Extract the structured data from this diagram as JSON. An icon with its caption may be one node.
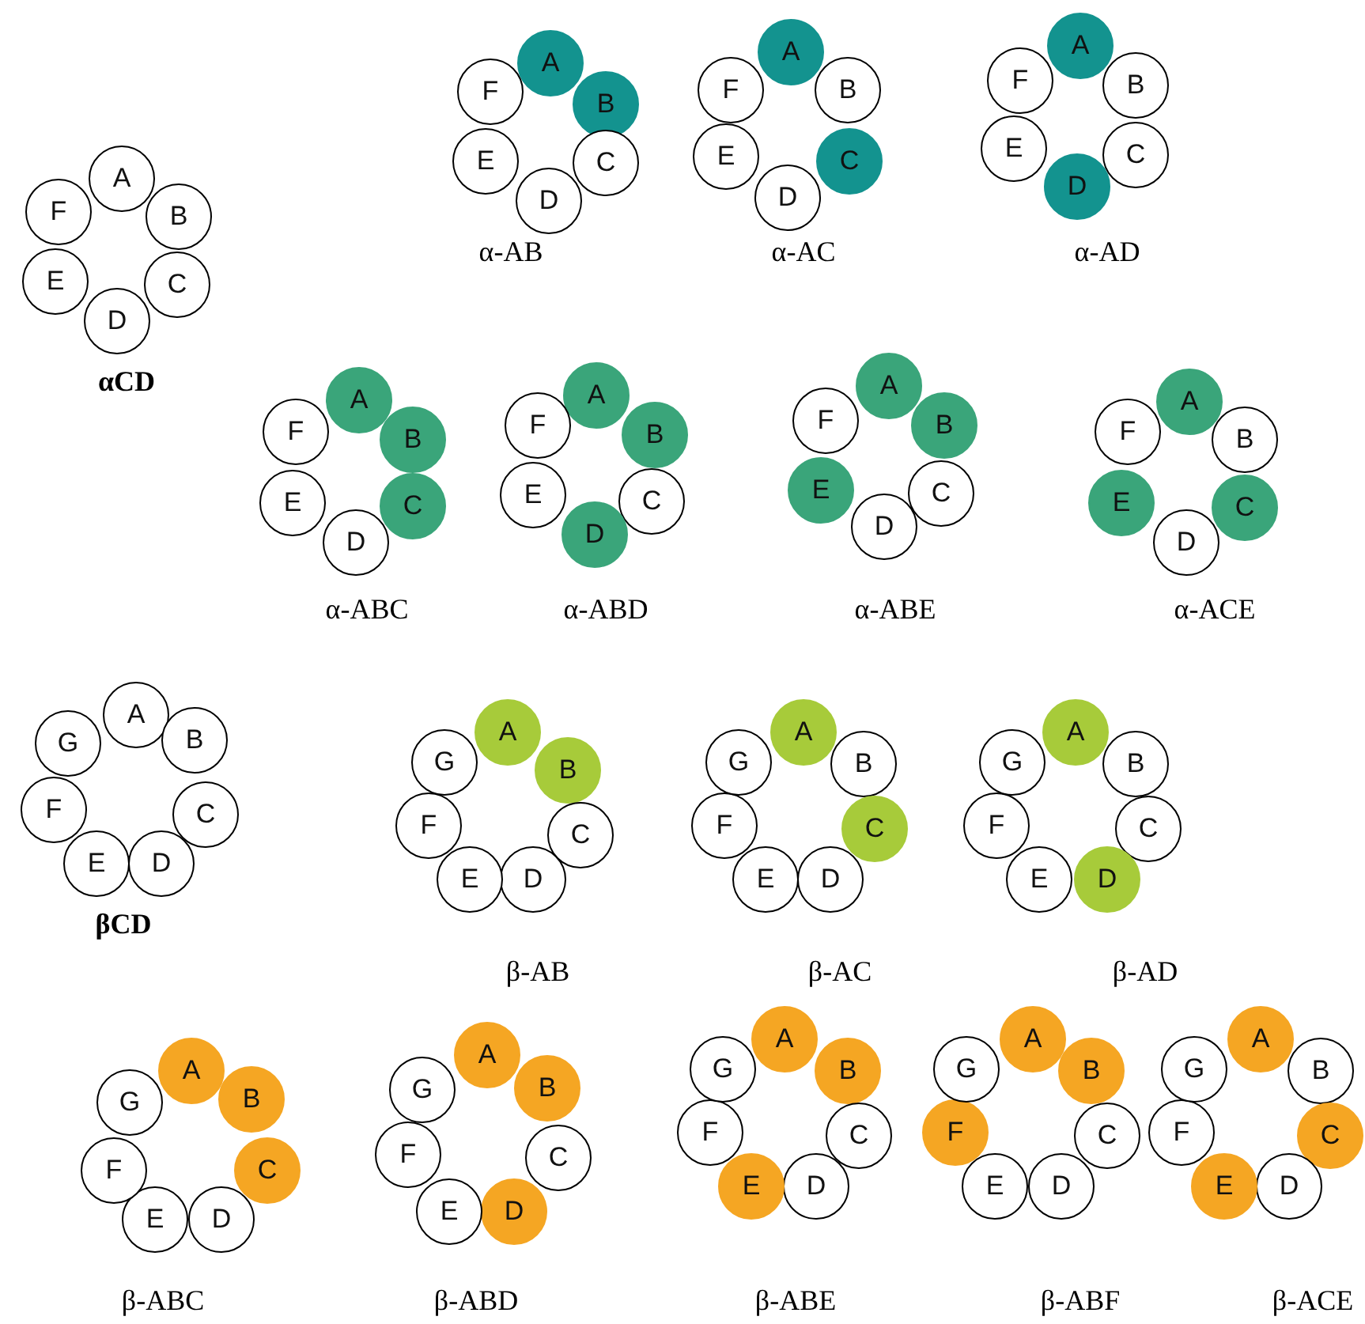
{
  "diagram": {
    "nodes": [
      {
        "text": [
          "A"
        ]
      },
      {
        "text": [
          "B"
        ]
      },
      {
        "text": [
          "C"
        ]
      },
      {
        "text": [
          "D"
        ]
      },
      {
        "text": [
          "E"
        ]
      },
      {
        "text": [
          "F"
        ]
      },
      {
        "text": [
          "A"
        ]
      },
      {
        "text": [
          "B"
        ]
      },
      {
        "text": [
          "C"
        ]
      },
      {
        "text": [
          "D"
        ]
      },
      {
        "text": [
          "E"
        ]
      },
      {
        "text": [
          "F"
        ]
      },
      {
        "text": [
          "A"
        ]
      },
      {
        "text": [
          "B"
        ]
      },
      {
        "text": [
          "C"
        ]
      },
      {
        "text": [
          "D"
        ]
      },
      {
        "text": [
          "E"
        ]
      },
      {
        "text": [
          "F"
        ]
      },
      {
        "text": [
          "A"
        ]
      },
      {
        "text": [
          "B"
        ]
      },
      {
        "text": [
          "C"
        ]
      },
      {
        "text": [
          "D"
        ]
      },
      {
        "text": [
          "E"
        ]
      },
      {
        "text": [
          "F"
        ]
      },
      {
        "text": [
          "A"
        ]
      },
      {
        "text": [
          "B"
        ]
      },
      {
        "text": [
          "C"
        ]
      },
      {
        "text": [
          "D"
        ]
      },
      {
        "text": [
          "E"
        ]
      },
      {
        "text": [
          "F"
        ]
      },
      {
        "text": [
          "A"
        ]
      },
      {
        "text": [
          "B"
        ]
      },
      {
        "text": [
          "C"
        ]
      },
      {
        "text": [
          "D"
        ]
      },
      {
        "text": [
          "E"
        ]
      },
      {
        "text": [
          "F"
        ]
      },
      {
        "text": [
          "A"
        ]
      },
      {
        "text": [
          "B"
        ]
      },
      {
        "text": [
          "C"
        ]
      },
      {
        "text": [
          "D"
        ]
      },
      {
        "text": [
          "E"
        ]
      },
      {
        "text": [
          "F"
        ]
      },
      {
        "text": [
          "A"
        ]
      },
      {
        "text": [
          "B"
        ]
      },
      {
        "text": [
          "C"
        ]
      },
      {
        "text": [
          "D"
        ]
      },
      {
        "text": [
          "E"
        ]
      },
      {
        "text": [
          "F"
        ]
      },
      {
        "text": [
          "A"
        ]
      },
      {
        "text": [
          "B"
        ]
      },
      {
        "text": [
          "C"
        ]
      },
      {
        "text": [
          "D"
        ]
      },
      {
        "text": [
          "E"
        ]
      },
      {
        "text": [
          "F"
        ]
      },
      {
        "text": [
          "G"
        ]
      },
      {
        "text": [
          "A"
        ]
      },
      {
        "text": [
          "B"
        ]
      },
      {
        "text": [
          "C"
        ]
      },
      {
        "text": [
          "D"
        ]
      },
      {
        "text": [
          "E"
        ]
      },
      {
        "text": [
          "F"
        ]
      },
      {
        "text": [
          "G"
        ]
      },
      {
        "text": [
          "A"
        ]
      },
      {
        "text": [
          "B"
        ]
      },
      {
        "text": [
          "C"
        ]
      },
      {
        "text": [
          "D"
        ]
      },
      {
        "text": [
          "E"
        ]
      },
      {
        "text": [
          "F"
        ]
      },
      {
        "text": [
          "G"
        ]
      },
      {
        "text": [
          "A"
        ]
      },
      {
        "text": [
          "B"
        ]
      },
      {
        "text": [
          "C"
        ]
      },
      {
        "text": [
          "D"
        ]
      },
      {
        "text": [
          "E"
        ]
      },
      {
        "text": [
          "F"
        ]
      },
      {
        "text": [
          "G"
        ]
      },
      {
        "text": [
          "A"
        ]
      },
      {
        "text": [
          "B"
        ]
      },
      {
        "text": [
          "C"
        ]
      },
      {
        "text": [
          "D"
        ]
      },
      {
        "text": [
          "E"
        ]
      },
      {
        "text": [
          "F"
        ]
      },
      {
        "text": [
          "G"
        ]
      },
      {
        "text": [
          "A"
        ]
      },
      {
        "text": [
          "B"
        ]
      },
      {
        "text": [
          "C"
        ]
      },
      {
        "text": [
          "D"
        ]
      },
      {
        "text": [
          "E"
        ]
      },
      {
        "text": [
          "F"
        ]
      },
      {
        "text": [
          "G"
        ]
      },
      {
        "text": [
          "A"
        ]
      },
      {
        "text": [
          "B"
        ]
      },
      {
        "text": [
          "C"
        ]
      },
      {
        "text": [
          "D"
        ]
      },
      {
        "text": [
          "E"
        ]
      },
      {
        "text": [
          "F"
        ]
      },
      {
        "text": [
          "G"
        ]
      },
      {
        "text": [
          "A"
        ]
      },
      {
        "text": [
          "B"
        ]
      },
      {
        "text": [
          "C"
        ]
      },
      {
        "text": [
          "D"
        ]
      },
      {
        "text": [
          "E"
        ]
      },
      {
        "text": [
          "F"
        ]
      },
      {
        "text": [
          "G"
        ]
      },
      {
        "text": [
          "A"
        ]
      },
      {
        "text": [
          "B"
        ]
      },
      {
        "text": [
          "C"
        ]
      },
      {
        "text": [
          "D"
        ]
      },
      {
        "text": [
          "E"
        ]
      },
      {
        "text": [
          "F"
        ]
      },
      {
        "text": [
          "G"
        ]
      }
    ],
    "labels": [
      "α-AB",
      "α-AC",
      "α-AD",
      "αCD",
      "α-ABC",
      "α-ABD",
      "α-ABE",
      "α-ACE",
      "βCD",
      "β-AB",
      "β-AC",
      "β-AD",
      "β-ABC",
      "β-ABD",
      "β-ABE",
      "β-ABF",
      "β-ACE"
    ]
  }
}
